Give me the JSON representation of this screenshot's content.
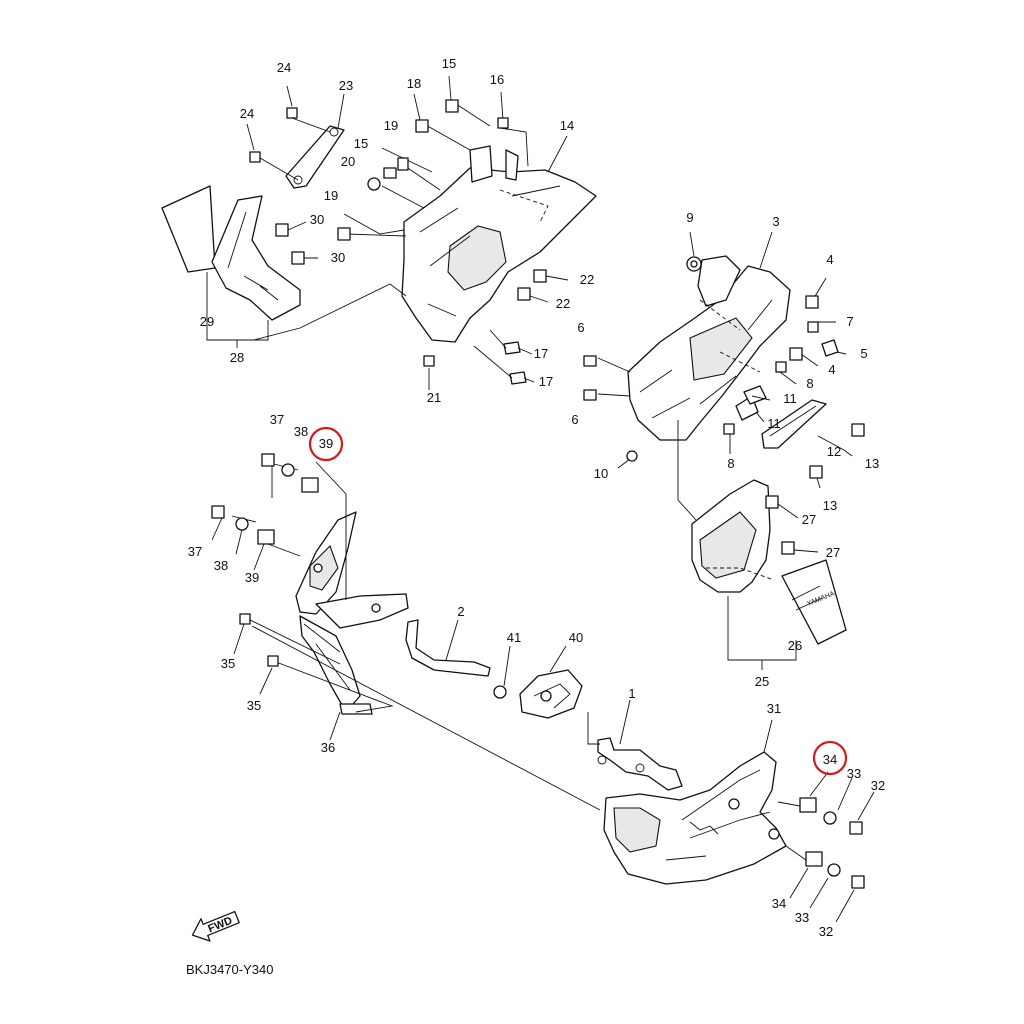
{
  "diagram": {
    "code": "BKJ3470-Y340",
    "fwd_label": "FWD",
    "badge_text": "YAMAHA",
    "highlight_color": "#d31b1b",
    "callouts": [
      "24",
      "23",
      "24",
      "18",
      "15",
      "16",
      "14",
      "19",
      "15",
      "20",
      "19",
      "30",
      "30",
      "29",
      "28",
      "22",
      "22",
      "17",
      "17",
      "21",
      "9",
      "3",
      "4",
      "7",
      "5",
      "6",
      "4",
      "8",
      "6",
      "11",
      "11",
      "12",
      "13",
      "10",
      "8",
      "13",
      "37",
      "38",
      "39",
      "37",
      "38",
      "39",
      "27",
      "27",
      "26",
      "25",
      "2",
      "41",
      "40",
      "35",
      "35",
      "36",
      "1",
      "31",
      "34",
      "33",
      "32",
      "34",
      "33",
      "32"
    ]
  }
}
